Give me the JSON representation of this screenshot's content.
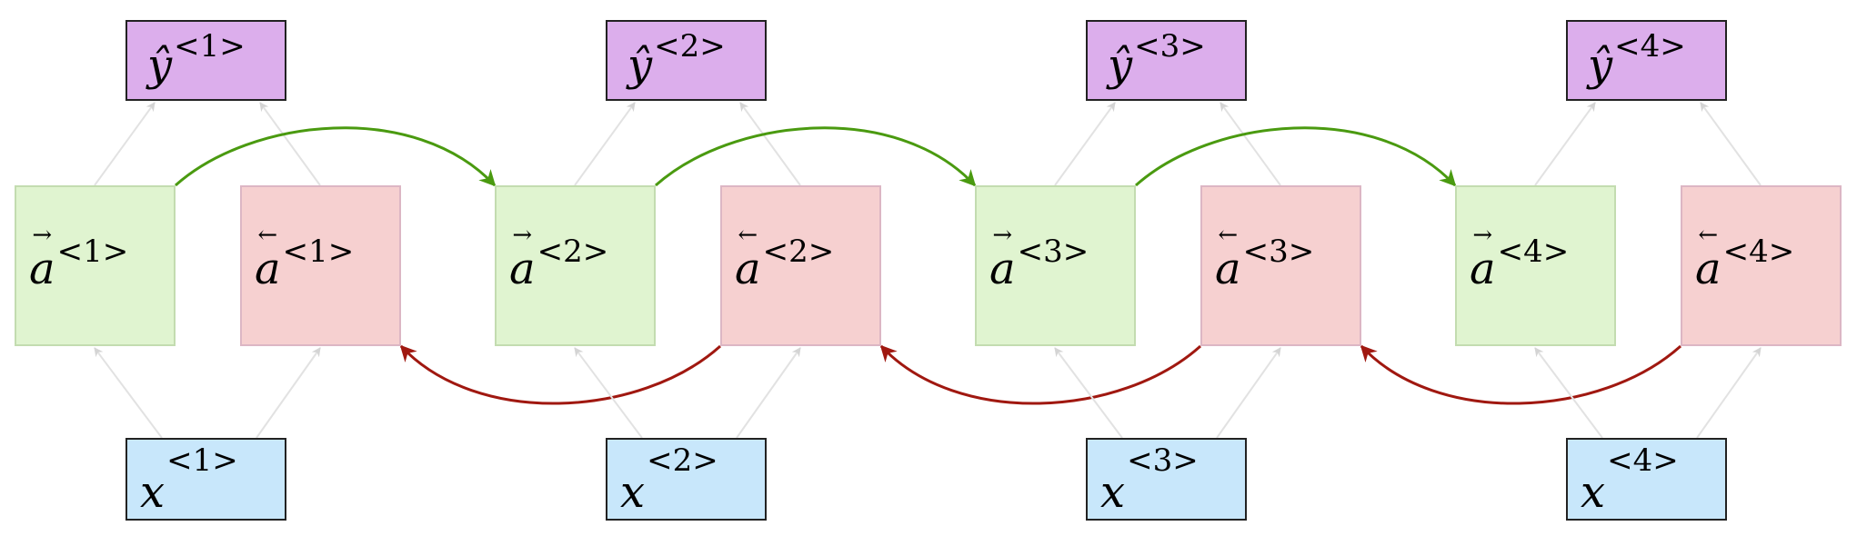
{
  "timesteps": [
    {
      "y_hat": "ŷ",
      "y_sup": "<1>",
      "fwd": "a",
      "fwd_sup": "<1>",
      "bwd": "a",
      "bwd_sup": "<1>",
      "x": "x",
      "x_sup": "<1>"
    },
    {
      "y_hat": "ŷ",
      "y_sup": "<2>",
      "fwd": "a",
      "fwd_sup": "<2>",
      "bwd": "a",
      "bwd_sup": "<2>",
      "x": "x",
      "x_sup": "<2>"
    },
    {
      "y_hat": "ŷ",
      "y_sup": "<3>",
      "fwd": "a",
      "fwd_sup": "<3>",
      "bwd": "a",
      "bwd_sup": "<3>",
      "x": "x",
      "x_sup": "<3>"
    },
    {
      "y_hat": "ŷ",
      "y_sup": "<4>",
      "fwd": "a",
      "fwd_sup": "<4>",
      "bwd": "a",
      "bwd_sup": "<4>",
      "x": "x",
      "x_sup": "<4>"
    }
  ],
  "colors": {
    "output": "#dcaeec",
    "input": "#c8e7fb",
    "forward": "#e0f4d0",
    "backward": "#f6d0d0",
    "forward_arrow": "#4a9a10",
    "backward_arrow": "#a01810",
    "connector": "#e2e2e2"
  }
}
